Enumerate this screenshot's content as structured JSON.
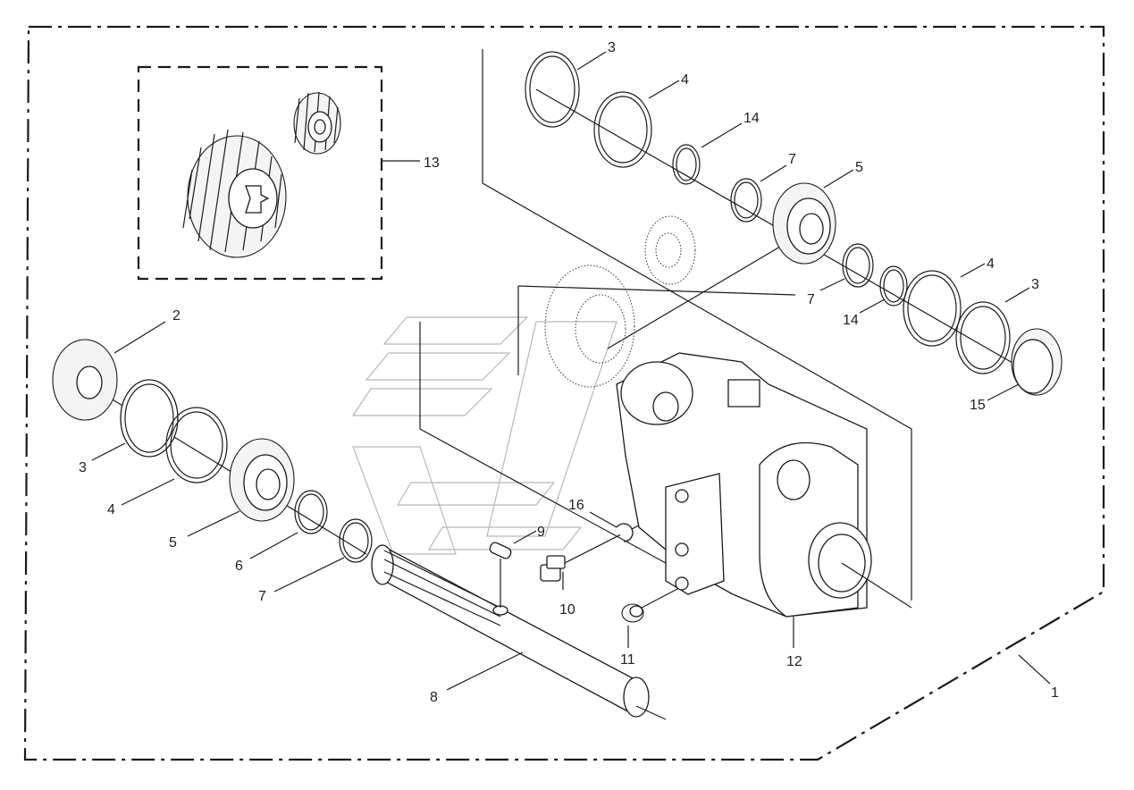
{
  "callouts": {
    "c1": "1",
    "c2": "2",
    "c3a": "3",
    "c3b": "3",
    "c3c": "3",
    "c4a": "4",
    "c4b": "4",
    "c4c": "4",
    "c5a": "5",
    "c5b": "5",
    "c6": "6",
    "c7a": "7",
    "c7b": "7",
    "c7c": "7",
    "c8": "8",
    "c9": "9",
    "c10": "10",
    "c11": "11",
    "c12": "12",
    "c13": "13",
    "c14a": "14",
    "c14b": "14",
    "c15": "15",
    "c16": "16"
  }
}
